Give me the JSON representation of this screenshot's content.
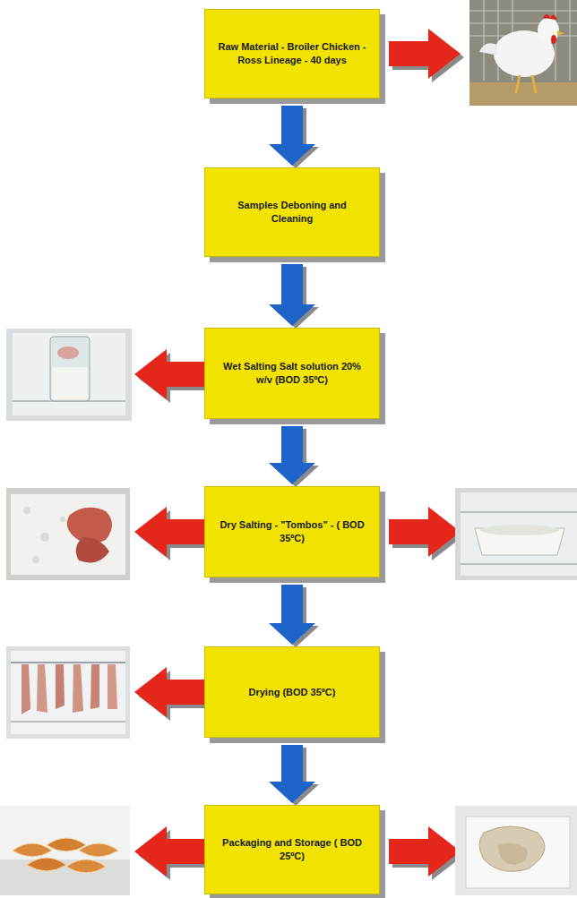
{
  "diagram": {
    "nodes": [
      {
        "text": [
          "Raw Material - Broiler Chicken - Ross Lineage - 40 days"
        ]
      },
      {
        "text": [
          "Samples Deboning and Cleaning"
        ]
      },
      {
        "text": [
          "Wet Salting Salt solution 20% w/v (BOD 35ºC)"
        ]
      },
      {
        "text": [
          "Dry Salting - \"Tombos\" - ( BOD 35ºC)"
        ]
      },
      {
        "text": [
          "Drying (BOD 35ºC)"
        ]
      },
      {
        "text": [
          "Packaging and Storage ( BOD 25ºC)"
        ]
      }
    ],
    "edges": [
      {
        "from": 0,
        "to": 1,
        "arrow": "to"
      },
      {
        "from": 1,
        "to": 2,
        "arrow": "to"
      },
      {
        "from": 2,
        "to": 3,
        "arrow": "to"
      },
      {
        "from": 3,
        "to": 4,
        "arrow": "to"
      },
      {
        "from": 4,
        "to": 5,
        "arrow": "to"
      }
    ]
  }
}
